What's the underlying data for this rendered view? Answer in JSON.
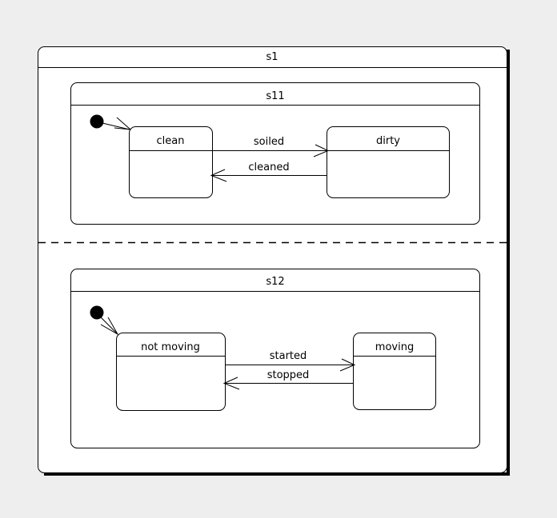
{
  "diagram": {
    "type": "uml-state-machine",
    "background_color": "#eeeeee",
    "fill_color": "#ffffff",
    "stroke_color": "#000000",
    "title": "s1",
    "outer_state": {
      "name": "s1",
      "label": "s1"
    },
    "regions": [
      {
        "id": "s11",
        "label": "s11",
        "initial_node": "initial-pseudostate",
        "states": [
          {
            "id": "clean",
            "label": "clean"
          },
          {
            "id": "dirty",
            "label": "dirty"
          }
        ],
        "transitions": [
          {
            "from": "clean",
            "to": "dirty",
            "label": "soiled"
          },
          {
            "from": "dirty",
            "to": "clean",
            "label": "cleaned"
          },
          {
            "from": "initial",
            "to": "clean",
            "label": ""
          }
        ]
      },
      {
        "id": "s12",
        "label": "s12",
        "initial_node": "initial-pseudostate",
        "states": [
          {
            "id": "not-moving",
            "label": "not moving"
          },
          {
            "id": "moving",
            "label": "moving"
          }
        ],
        "transitions": [
          {
            "from": "not-moving",
            "to": "moving",
            "label": "started"
          },
          {
            "from": "moving",
            "to": "not-moving",
            "label": "stopped"
          },
          {
            "from": "initial",
            "to": "not-moving",
            "label": ""
          }
        ]
      }
    ]
  }
}
